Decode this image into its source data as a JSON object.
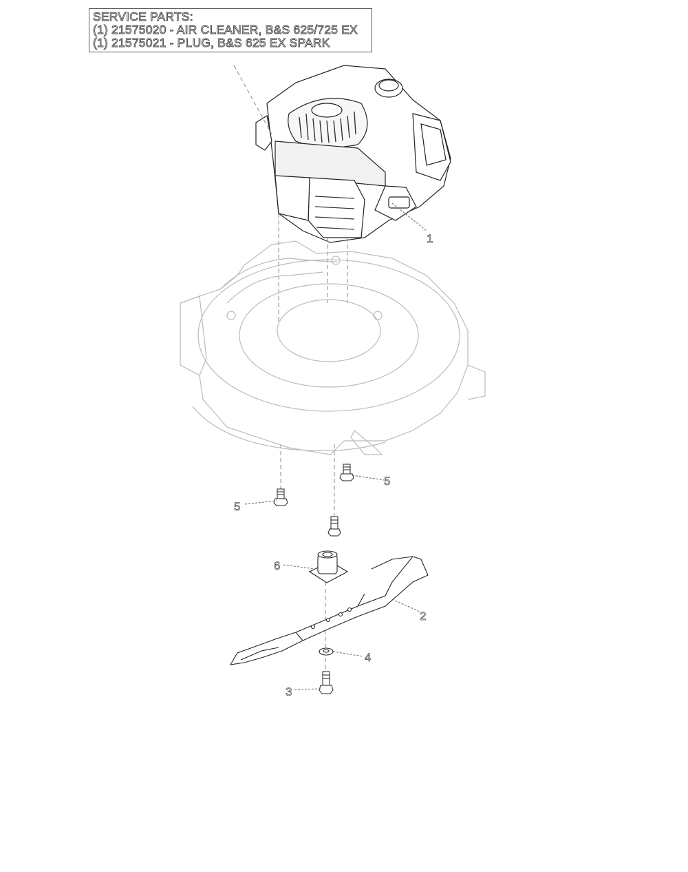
{
  "service_parts": {
    "heading": "SERVICE PARTS:",
    "items": [
      "(1) 21575020 - AIR CLEANER, B&S 625/725 EX",
      "(1) 21575021 - PLUG, B&S 625 EX SPARK"
    ]
  },
  "callouts": {
    "engine": "1",
    "blade": "2",
    "blade_bolt": "3",
    "washer": "4",
    "deck_bolt_right": "5",
    "deck_bolt_left": "5",
    "blade_adapter": "6"
  }
}
